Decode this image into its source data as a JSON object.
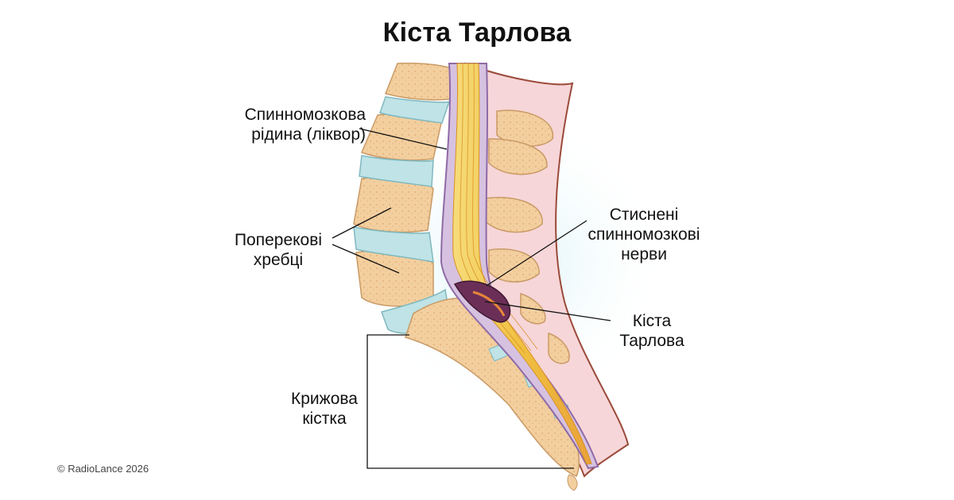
{
  "title": "Кіста Тарлова",
  "labels": {
    "csf": [
      "Спинномозкова",
      "рідина (ліквор)"
    ],
    "lumbar": [
      "Поперекові",
      "хребці"
    ],
    "nerves": [
      "Стиснені",
      "спинномозкові",
      "нерви"
    ],
    "cyst": [
      "Кіста",
      "Тарлова"
    ],
    "sacrum": [
      "Крижова",
      "кістка"
    ]
  },
  "copyright": "©  RadioLance 2026",
  "colors": {
    "bone": "#f3cf9f",
    "bone_edge": "#c99a66",
    "disc": "#bfe3e6",
    "spinal_cord": "#f2c94c",
    "nerve_root": "#e8873a",
    "dura": "#b79ac6",
    "cyst": "#6b2f57",
    "skin": "#f6d6d8",
    "skin_edge": "#9b4a3a",
    "glow": "#d4f1f7"
  }
}
